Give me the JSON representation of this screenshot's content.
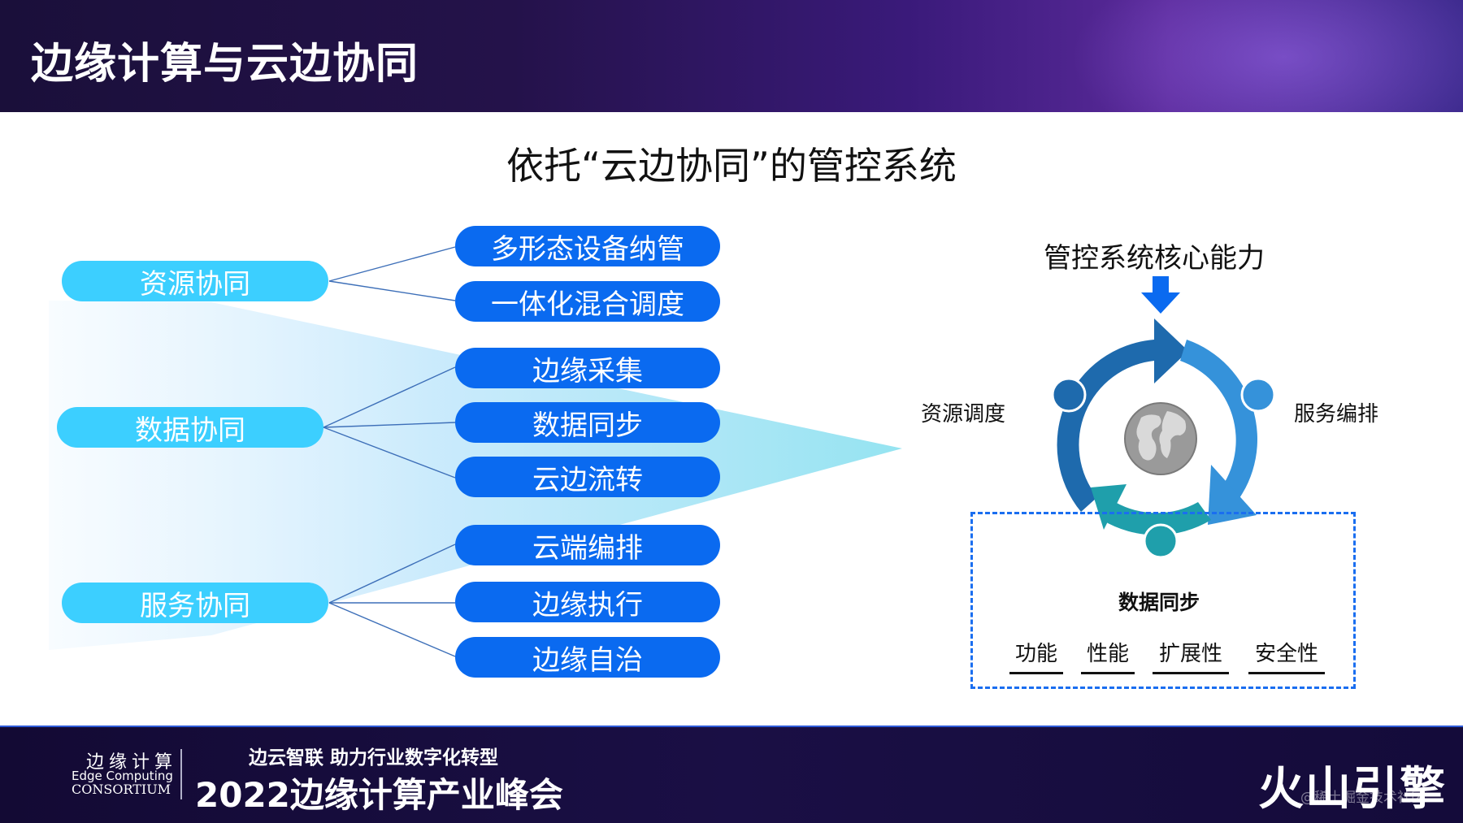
{
  "header": {
    "title": "边缘计算与云边协同"
  },
  "main": {
    "title": "依托“云边协同”的管控系统"
  },
  "categories": [
    {
      "label": "资源协同"
    },
    {
      "label": "数据协同"
    },
    {
      "label": "服务协同"
    }
  ],
  "items": [
    {
      "label": "多形态设备纳管"
    },
    {
      "label": "一体化混合调度"
    },
    {
      "label": "边缘采集"
    },
    {
      "label": "数据同步"
    },
    {
      "label": "云边流转"
    },
    {
      "label": "云端编排"
    },
    {
      "label": "边缘执行"
    },
    {
      "label": "边缘自治"
    }
  ],
  "core": {
    "title": "管控系统核心能力",
    "left_label": "资源调度",
    "right_label": "服务编排",
    "sync_title": "数据同步",
    "attributes": [
      "功能",
      "性能",
      "扩展性",
      "安全性"
    ]
  },
  "colors": {
    "category_pill": "#3ccfff",
    "item_pill": "#0a6af0",
    "cycle_dark": "#1e6aad",
    "cycle_light": "#3592da",
    "cycle_teal": "#1f9fab",
    "dash_border": "#1a6ef0"
  },
  "icons": {
    "globe": "globe-icon",
    "down_arrow": "arrow-down-icon",
    "brand_logo": "volcano-mountain-icon",
    "consortium_logo": "cloud-gear-icon"
  },
  "footer": {
    "logo_cn": "边缘计算",
    "logo_en1": "Edge Computing",
    "logo_en2": "CONSORTIUM",
    "slogan": "边云智联  助力行业数字化转型",
    "summit": "2022边缘计算产业峰会",
    "brand": "火山引擎",
    "watermark": "@稀土掘金技术社区"
  }
}
